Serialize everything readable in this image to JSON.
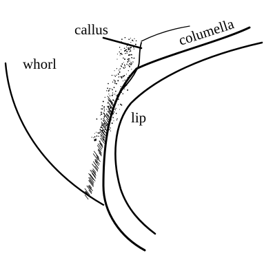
{
  "labels": {
    "callus": "callus",
    "columella": "columella",
    "whorl": "whorl",
    "lip": "lip"
  },
  "colors": {
    "ink": "#000000",
    "background": "#ffffff"
  }
}
